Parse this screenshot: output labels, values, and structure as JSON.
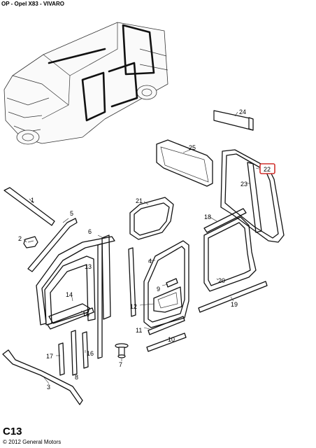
{
  "header": {
    "title": "OP - Opel X83 - VIVARO"
  },
  "footer": {
    "page_code": "C13",
    "copyright": "© 2012 General Motors"
  },
  "highlight_color": "#d0312d",
  "callouts": [
    {
      "id": "c1",
      "label": "1"
    },
    {
      "id": "c2",
      "label": "2"
    },
    {
      "id": "c3",
      "label": "3"
    },
    {
      "id": "c4",
      "label": "4"
    },
    {
      "id": "c5",
      "label": "5"
    },
    {
      "id": "c6",
      "label": "6"
    },
    {
      "id": "c7",
      "label": "7"
    },
    {
      "id": "c8",
      "label": "8"
    },
    {
      "id": "c9",
      "label": "9"
    },
    {
      "id": "c10",
      "label": "10"
    },
    {
      "id": "c11",
      "label": "11"
    },
    {
      "id": "c12",
      "label": "12"
    },
    {
      "id": "c13",
      "label": "13"
    },
    {
      "id": "c14",
      "label": "14"
    },
    {
      "id": "c15",
      "label": "15"
    },
    {
      "id": "c16",
      "label": "16"
    },
    {
      "id": "c17",
      "label": "17"
    },
    {
      "id": "c18",
      "label": "18"
    },
    {
      "id": "c19",
      "label": "19"
    },
    {
      "id": "c20",
      "label": "20"
    },
    {
      "id": "c21",
      "label": "21"
    },
    {
      "id": "c22",
      "label": "22",
      "highlighted": true
    },
    {
      "id": "c23",
      "label": "23"
    },
    {
      "id": "c24",
      "label": "24"
    },
    {
      "id": "c25",
      "label": "25"
    }
  ]
}
